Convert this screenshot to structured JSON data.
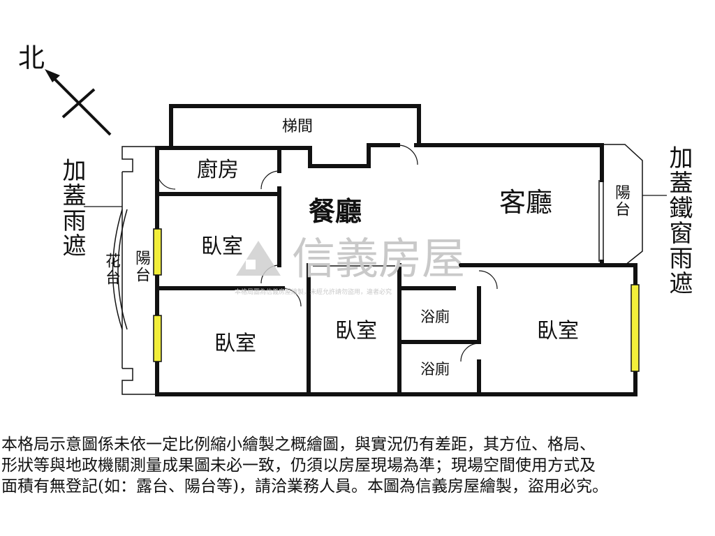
{
  "compass": {
    "north_label": "北"
  },
  "rooms": {
    "stairwell": "梯間",
    "kitchen": "廚房",
    "dining": "餐廳",
    "living": "客廳",
    "bedroom_nw": "臥室",
    "bedroom_sw": "臥室",
    "bedroom_center": "臥室",
    "bedroom_se": "臥室",
    "bath_upper": "浴廁",
    "bath_lower": "浴廁",
    "balcony_west": "陽台",
    "balcony_east": "陽台",
    "flower_bed": "花台"
  },
  "annotations": {
    "west_canopy": "加蓋雨遮",
    "east_canopy": "加蓋鐵窗雨遮"
  },
  "watermark": {
    "brand": "信義房屋",
    "notice": "本格局圖為信義房屋繪製，未經允許請勿盜用，違者必究"
  },
  "disclaimer": {
    "lines": [
      "本格局示意圖係未依一定比例縮小繪製之概繪圖，與實況仍有差距，其方位、格局、",
      "形狀等與地政機關測量成果圖未必一致，仍須以房屋現場為準；現場空間使用方式及",
      "面積有無登記(如：露台、陽台等)，請洽業務人員。本圖為信義房屋繪製，盜用必究。"
    ]
  },
  "colors": {
    "wall": "#111111",
    "window": "#f2ee3a",
    "watermark": "#c9c9c9"
  }
}
